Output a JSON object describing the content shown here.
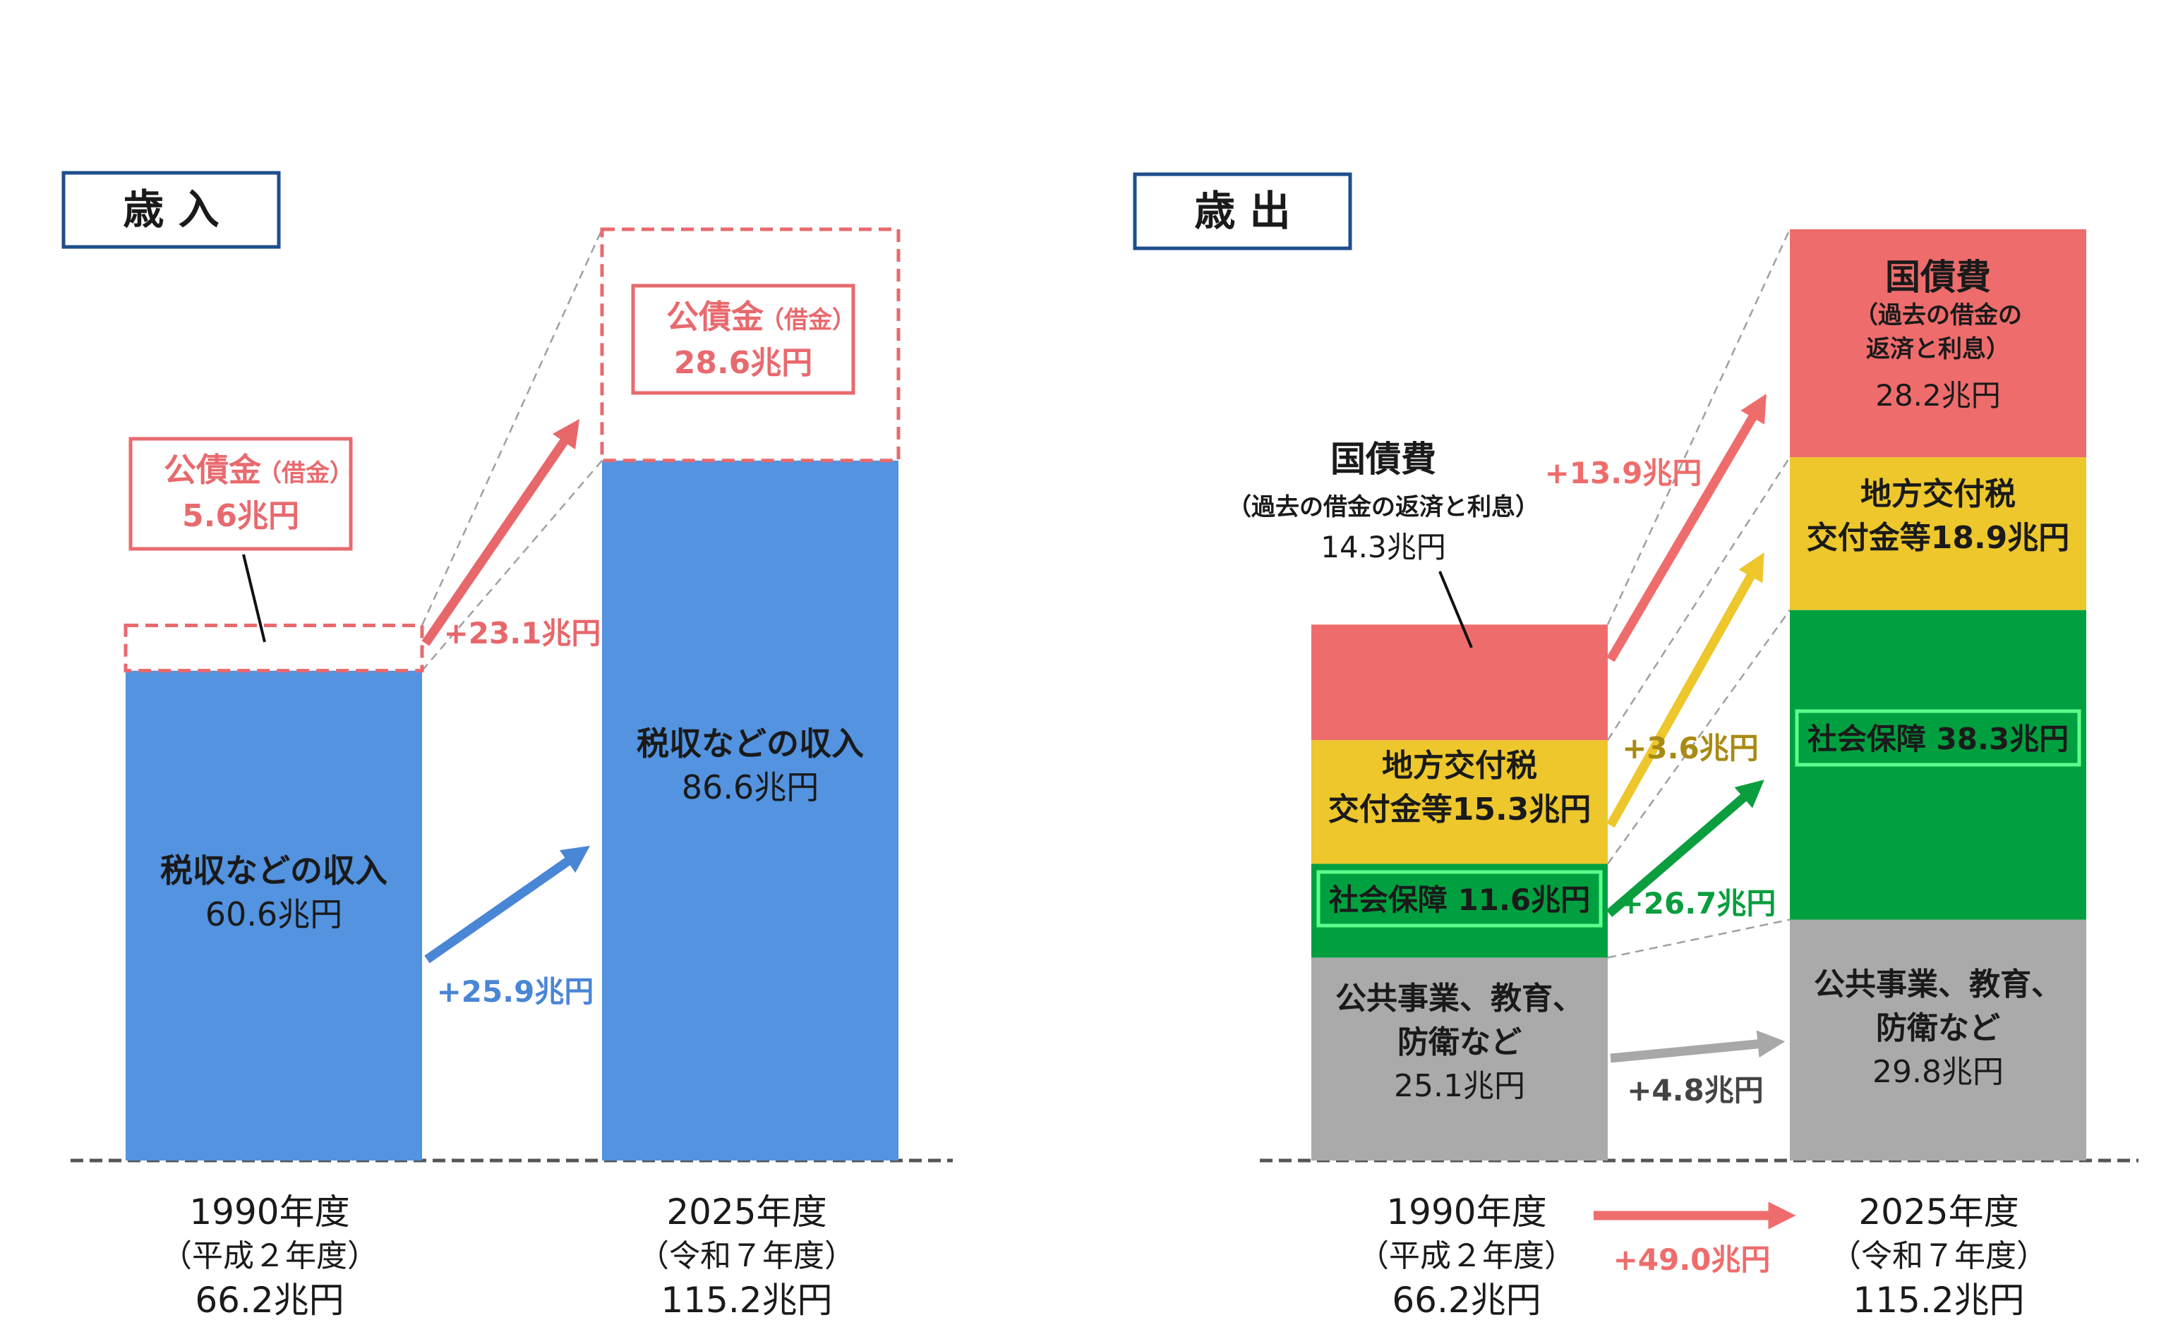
{
  "chart_data": [
    {
      "type": "bar",
      "stacked": true,
      "title": "歳 入",
      "categories": [
        {
          "year": "1990年度",
          "era": "（平成２年度）",
          "total_label": "66.2兆円"
        },
        {
          "year": "2025年度",
          "era": "（令和７年度）",
          "total_label": "115.2兆円"
        }
      ],
      "totals": [
        66.2,
        115.2
      ],
      "ylim": [
        0,
        115.2
      ],
      "series": [
        {
          "key": "tax",
          "values": [
            60.6,
            86.6
          ],
          "color": "#5393e0",
          "labels": [
            {
              "lines": [
                "税収などの収入",
                "60.6兆円"
              ]
            },
            {
              "lines": [
                "税収などの収入",
                "86.6兆円"
              ]
            }
          ]
        },
        {
          "key": "bond",
          "values": [
            5.6,
            28.6
          ],
          "color": "#ffffff",
          "border": "#e86a6e",
          "dashed": true,
          "labels": [
            {
              "main": "公債金",
              "sub": "（借金）",
              "value": "5.6兆円"
            },
            {
              "main": "公債金",
              "sub": "（借金）",
              "value": "28.6兆円"
            }
          ]
        }
      ],
      "changes": [
        {
          "series": "tax",
          "label": "+25.9兆円",
          "color": "#4a86d6"
        },
        {
          "series": "bond",
          "label": "+23.1兆円",
          "color": "#e8676b"
        }
      ]
    },
    {
      "type": "bar",
      "stacked": true,
      "title": "歳 出",
      "categories": [
        {
          "year": "1990年度",
          "era": "（平成２年度）",
          "total_label": "66.2兆円"
        },
        {
          "year": "2025年度",
          "era": "（令和７年度）",
          "total_label": "115.2兆円"
        }
      ],
      "totals": [
        66.2,
        115.2
      ],
      "ylim": [
        0,
        115.2
      ],
      "series": [
        {
          "key": "public",
          "values": [
            25.1,
            29.8
          ],
          "color": "#aaaaaa",
          "labels": [
            {
              "lines": [
                "公共事業、教育、",
                "防衛など",
                "25.1兆円"
              ]
            },
            {
              "lines": [
                "公共事業、教育、",
                "防衛など",
                "29.8兆円"
              ]
            }
          ]
        },
        {
          "key": "social",
          "values": [
            11.6,
            38.3
          ],
          "color": "#00a040",
          "labels": [
            {
              "lines": [
                "社会保障 11.6兆円"
              ]
            },
            {
              "lines": [
                "社会保障 38.3兆円"
              ]
            }
          ]
        },
        {
          "key": "local",
          "values": [
            15.3,
            18.9
          ],
          "color": "#edc72c",
          "labels": [
            {
              "lines": [
                "地方交付税",
                "交付金等15.3兆円"
              ]
            },
            {
              "lines": [
                "地方交付税",
                "交付金等18.9兆円"
              ]
            }
          ]
        },
        {
          "key": "debt",
          "values": [
            14.3,
            28.2
          ],
          "color": "#ee6d6c",
          "labels": [
            {
              "main": "国債費",
              "sub": "（過去の借金の返済と利息）",
              "value": "14.3兆円"
            },
            {
              "main": "国債費",
              "sub_lines": [
                "（過去の借金の",
                "返済と利息）"
              ],
              "value": "28.2兆円"
            }
          ]
        }
      ],
      "changes": [
        {
          "series": "public",
          "label": "+4.8兆円",
          "color": "#a8a8a8"
        },
        {
          "series": "social",
          "label": "+26.7兆円",
          "color": "#0a9e3f"
        },
        {
          "series": "local",
          "label": "+3.6兆円",
          "color": "#edc72c",
          "text_color": "#a98a12"
        },
        {
          "series": "debt",
          "label": "+13.9兆円",
          "color": "#ee6d6c"
        }
      ],
      "total_change": {
        "label": "+49.0兆円",
        "color": "#ee6d6c"
      }
    }
  ],
  "colors": {
    "title_border": "#1f4e8c",
    "text": "#1a1a1a",
    "baseline": "#555555",
    "connector": "#a0a0a0",
    "highlight_border": "#5cff8c"
  }
}
